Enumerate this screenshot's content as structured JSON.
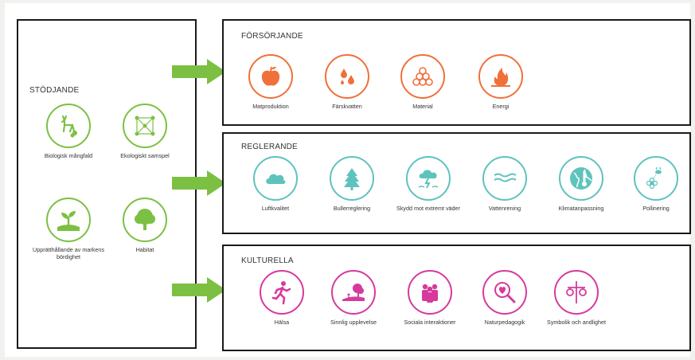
{
  "colors": {
    "support": "#7cc043",
    "provisioning": "#f0703a",
    "regulating": "#5ec3bd",
    "cultural": "#d63a9c",
    "arrow": "#7cc043"
  },
  "support": {
    "heading": "STÖDJANDE",
    "items": [
      {
        "label": "Biologisk mångfald",
        "icon": "deer-icon"
      },
      {
        "label": "Ekologiskt samspel",
        "icon": "network-icon"
      },
      {
        "label": "Upprätthållande av markens bördighet",
        "icon": "sprout-icon"
      },
      {
        "label": "Habitat",
        "icon": "tree-icon"
      }
    ]
  },
  "provisioning": {
    "heading": "FÖRSÖRJANDE",
    "items": [
      {
        "label": "Matproduktion",
        "icon": "apple-icon"
      },
      {
        "label": "Färskvatten",
        "icon": "water-drops-icon"
      },
      {
        "label": "Material",
        "icon": "log-pile-icon"
      },
      {
        "label": "Energi",
        "icon": "flame-icon"
      }
    ]
  },
  "regulating": {
    "heading": "REGLERANDE",
    "items": [
      {
        "label": "Luftkvalitet",
        "icon": "cloud-icon"
      },
      {
        "label": "Bullerreglering",
        "icon": "conifer-icon"
      },
      {
        "label": "Skydd mot extremt väder",
        "icon": "storm-icon"
      },
      {
        "label": "Vattenrening",
        "icon": "waves-icon"
      },
      {
        "label": "Klimatanpassning",
        "icon": "globe-thermometer-icon"
      },
      {
        "label": "Pollinering",
        "icon": "bee-flower-icon"
      }
    ]
  },
  "cultural": {
    "heading": "KULTURELLA",
    "items": [
      {
        "label": "Hälsa",
        "icon": "runner-icon"
      },
      {
        "label": "Sinnlig upplevelse",
        "icon": "landscape-icon"
      },
      {
        "label": "Sociala interaktioner",
        "icon": "people-icon"
      },
      {
        "label": "Naturpedagogik",
        "icon": "magnifier-heart-icon"
      },
      {
        "label": "Symbolik och andlighet",
        "icon": "maypole-icon"
      }
    ]
  }
}
